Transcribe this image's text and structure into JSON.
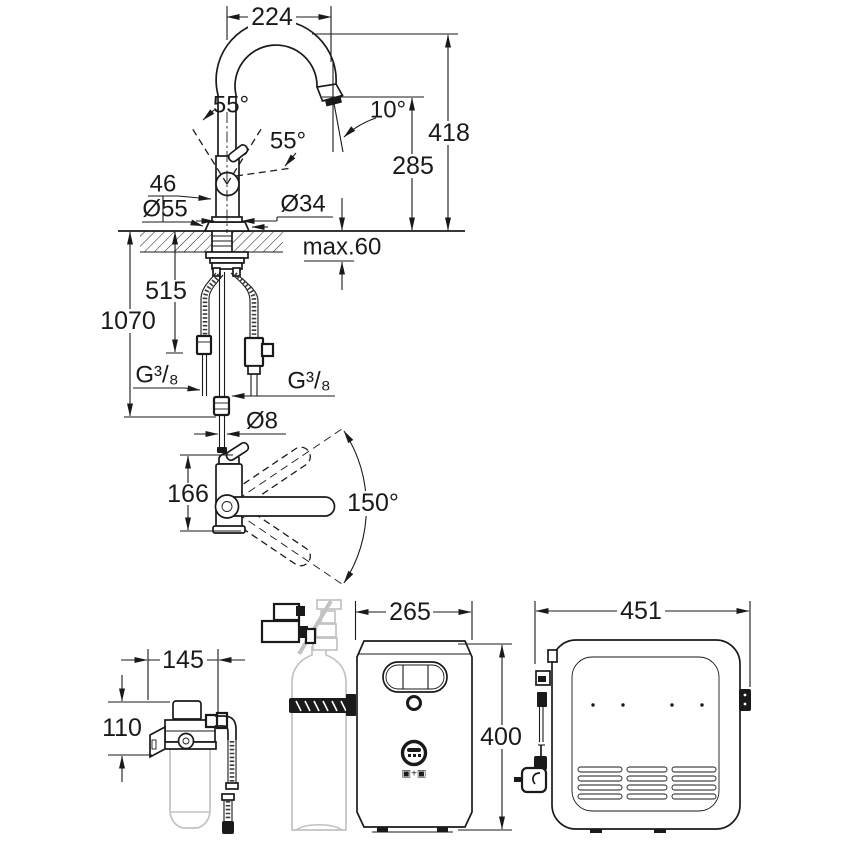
{
  "diagram_labels": {
    "faucet_front": {
      "spout_reach": "224",
      "total_height": "418",
      "outlet_height": "285",
      "outlet_angle": "10°",
      "handle_swing_left": "55°",
      "handle_swing_right": "55°",
      "handle_offset": "46",
      "base_diameter": "Ø55",
      "body_diameter": "Ø34",
      "max_counter_thickness": "max.60",
      "hose_connect_length": "515",
      "hose_total_length": "1070",
      "thread_size_left": "G³/₈",
      "thread_size_right": "G³/₈",
      "hose_diameter": "Ø8"
    },
    "swivel_view": {
      "body_height": "166",
      "swivel_angle": "150°"
    },
    "filter": {
      "width": "145",
      "head_height": "110"
    },
    "cooler_front": {
      "width": "265",
      "height": "400",
      "logo_caption": "▣+▣"
    },
    "cooler_side": {
      "width": "451"
    }
  },
  "colors": {
    "line": "#1a1a1a",
    "secondary_gray": "#c2c2c2",
    "background": "#ffffff"
  }
}
